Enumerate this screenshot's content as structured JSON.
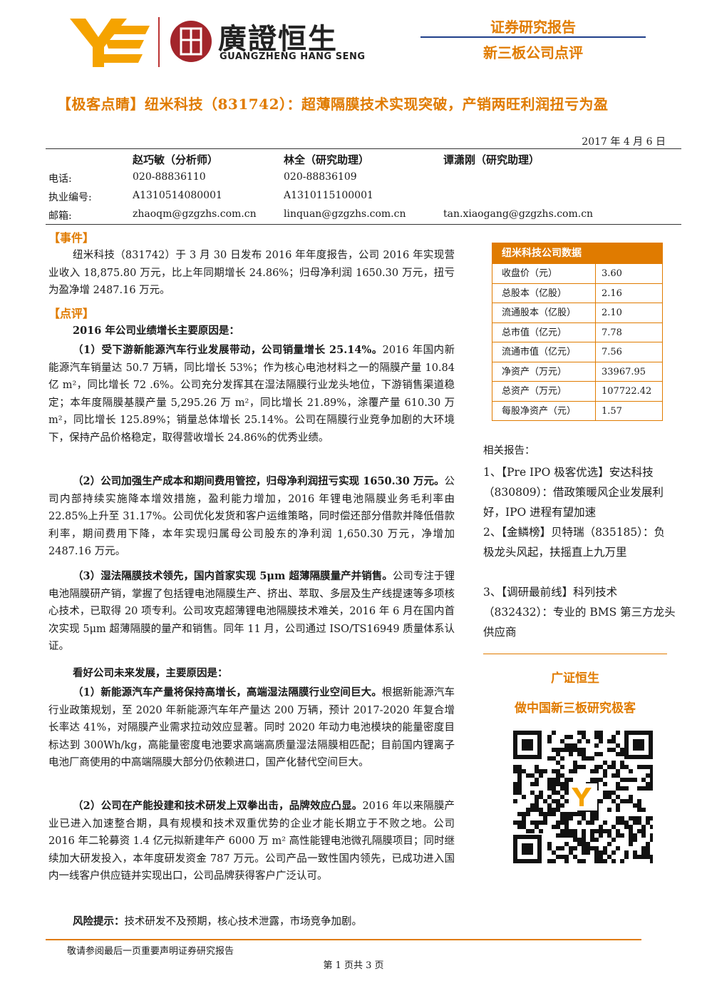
{
  "header": {
    "brand_cn": "廣證恒生",
    "brand_en": "GUANGZHENG HANG SENG",
    "report_type": "证券研究报告",
    "report_subtype": "新三板公司点评"
  },
  "title": "【极客点睛】纽米科技（831742）：超薄隔膜技术实现突破，产销两旺利润扭亏为盈",
  "date": "2017 年 4 月 6 日",
  "analysts": {
    "labels": {
      "phone": "电话:",
      "license": "执业编号:",
      "email": "邮箱:"
    },
    "people": [
      {
        "name": "赵巧敏（分析师）",
        "phone": "020-88836110",
        "license": "A1310514080001",
        "email": "zhaoqm@gzgzhs.com.cn"
      },
      {
        "name": "林全（研究助理）",
        "phone": "020-88836109",
        "license": "A1310115100001",
        "email": "linquan@gzgzhs.com.cn"
      },
      {
        "name": "谭潇刚（研究助理）",
        "email": "tan.xiaogang@gzgzhs.com.cn"
      }
    ]
  },
  "body": {
    "event_heading": "【事件】",
    "event_text": "纽米科技（831742）于 3 月 30 日发布 2016 年年度报告，公司 2016 年实现营业收入 18,875.80 万元，比上年同期增长 24.86%；归母净利润 1650.30 万元，扭亏为盈净增 2487.16 万元。",
    "comment_heading": "【点评】",
    "reasons_heading": "2016 年公司业绩增长主要原因是：",
    "r1_bold": "（1）受下游新能源汽车行业发展带动，公司销量增长 25.14%。",
    "r1_text": "2016 年国内新能源汽车销量达 50.7 万辆，同比增长 53%；作为核心电池材料之一的隔膜产量 10.84 亿 m²，同比增长 72 .6%。公司充分发挥其在湿法隔膜行业龙头地位，下游销售渠道稳定；本年度隔膜基膜产量 5,295.26 万 m²，同比增长 21.89%，涂覆产量 610.30 万 m²，同比增长 125.89%；销量总体增长 25.14%。公司在隔膜行业竞争加剧的大环境下，保持产品价格稳定，取得营收增长 24.86%的优秀业绩。",
    "r2_bold": "（2）公司加强生产成本和期间费用管控，归母净利润扭亏实现 1650.30 万元。",
    "r2_text": "公司内部持续实施降本增效措施，盈利能力增加，2016 年锂电池隔膜业务毛利率由 22.85%上升至 31.17%。公司优化发货和客户运维策略，同时偿还部分借款并降低借款利率，期间费用下降，本年实现归属母公司股东的净利润 1,650.30 万元，净增加 2487.16 万元。",
    "r3_bold": "（3）湿法隔膜技术领先，国内首家实现 5μm 超薄隔膜量产并销售。",
    "r3_text": "公司专注于锂电池隔膜研产销，掌握了包括锂电池隔膜生产、挤出、萃取、多层及生产线提速等多项核心技术，已取得 20 项专利。公司攻克超薄锂电池隔膜技术难关，2016 年 6 月在国内首次实现 5μm 超薄隔膜的量产和销售。同年 11 月，公司通过 ISO/TS16949 质量体系认证。",
    "future_heading": "看好公司未来发展，主要原因是：",
    "f1_bold": "（1）新能源汽车产量将保持高增长，高端湿法隔膜行业空间巨大。",
    "f1_text": "根据新能源汽车行业政策规划，至 2020 年新能源汽车年产量达 200 万辆，预计 2017-2020 年复合增长率达 41%，对隔膜产业需求拉动效应显著。同时 2020 年动力电池模块的能量密度目标达到 300Wh/kg，高能量密度电池要求高端高质量湿法隔膜相匹配；目前国内锂离子电池厂商使用的中高端隔膜大部分仍依赖进口，国产化替代空间巨大。",
    "f2_bold": "（2）公司在产能投建和技术研发上双拳出击，品牌效应凸显。",
    "f2_text": "2016 年以来隔膜产业已进入加速整合期，具有规模和技术双重优势的企业才能长期立于不败之地。公司 2016 年二轮募资 1.4 亿元拟新建年产 6000 万 m² 高性能锂电池微孔隔膜项目；同时继续加大研发投入，本年度研发资金 787 万元。公司产品一致性国内领先，已成功进入国内一线客户供应链并实现出口，公司品牌获得客户广泛认可。",
    "risk_bold": "风险提示：",
    "risk_text": "技术研发不及预期，核心技术泄露，市场竞争加剧。"
  },
  "company_table": {
    "title": "纽米科技公司数据",
    "rows": [
      {
        "label": "收盘价（元）",
        "value": "3.60"
      },
      {
        "label": "总股本（亿股）",
        "value": "2.16"
      },
      {
        "label": "流通股本（亿股）",
        "value": "2.10"
      },
      {
        "label": "总市值（亿元）",
        "value": "7.78"
      },
      {
        "label": "流通市值（亿元）",
        "value": "7.56"
      },
      {
        "label": "净资产（万元）",
        "value": "33967.95"
      },
      {
        "label": "总资产（万元）",
        "value": "107722.42"
      },
      {
        "label": "每股净资产（元）",
        "value": "1.57"
      }
    ]
  },
  "related": {
    "title": "相关报告：",
    "items": [
      "1、【Pre IPO 极客优选】安达科技（830809）：借政策暖风企业发展利好，IPO 进程有望加速",
      "2、【金鳞榜】贝特瑞（835185）：负极龙头风起，扶摇直上九万里",
      "3、【调研最前线】科列技术（832432）：专业的 BMS 第三方龙头供应商"
    ]
  },
  "promo": {
    "name": "广证恒生",
    "slogan": "做中国新三板研究极客"
  },
  "footer": {
    "disclaimer": "敬请参阅最后一页重要声明证券研究报告",
    "page": "第 1 页共 3 页"
  },
  "colors": {
    "accent": "#e07b00",
    "navy": "#1f3f8a",
    "seal_red": "#a3252b"
  }
}
